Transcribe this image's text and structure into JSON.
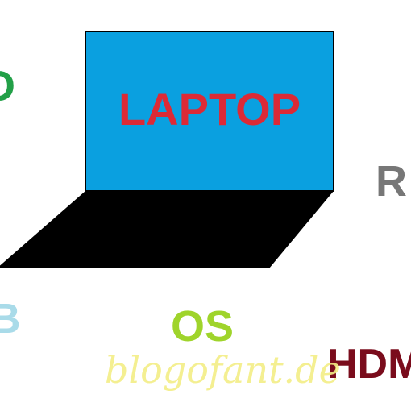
{
  "laptop": {
    "screen_label": "LAPTOP",
    "screen_color": "#0aa0e0",
    "keyboard_color": "#000000",
    "label_color": "#dc2a36"
  },
  "words": [
    {
      "text": "D",
      "color": "#22a048"
    },
    {
      "text": "R",
      "color": "#777777"
    },
    {
      "text": "B",
      "color": "#a9dbe9"
    },
    {
      "text": "OS",
      "color": "#9fd42b"
    },
    {
      "text": "HDM",
      "color": "#7a0c1c"
    }
  ],
  "watermark": {
    "text": "blogofant.de",
    "color": "#f3ee86"
  }
}
